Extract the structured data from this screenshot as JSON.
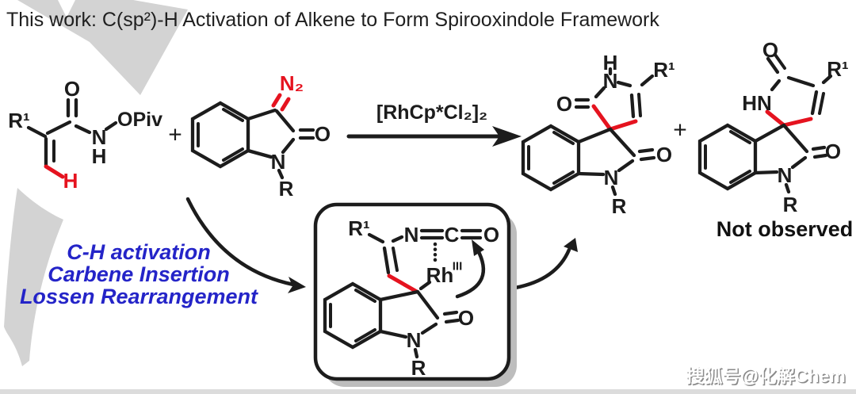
{
  "title": "This work: C(sp²)-H Activation of Alkene to Form Spirooxindole Framework",
  "colors": {
    "bond_black": "#1c1c1c",
    "highlight_red": "#e5131f",
    "mechanism_blue": "#2424c8",
    "watermark_gray": "#d3d3d3",
    "box_shadow_gray": "#bdbdbd"
  },
  "reactant_enamide": {
    "r1": "R¹",
    "o": "O",
    "n": "N",
    "h": "H",
    "opiv": "OPiv",
    "vinyl_h": "H"
  },
  "plus_reactants": "+",
  "reactant_diazo": {
    "n2": "N₂",
    "o": "O",
    "n": "N",
    "r": "R"
  },
  "reaction_arrow": {
    "catalyst": "[RhCp*Cl₂]₂"
  },
  "mechanism_steps": [
    "C-H activation",
    "Carbene Insertion",
    "Lossen Rearrangement"
  ],
  "product_spiro": {
    "h": "H",
    "n": "N",
    "r1": "R¹",
    "o_left": "O",
    "o_right": "O",
    "n_bottom": "N",
    "r": "R"
  },
  "plus_products": "+",
  "product_unobserved": {
    "o_top": "O",
    "hn": "HN",
    "r1": "R¹",
    "o_right": "O",
    "n_bottom": "N",
    "r": "R",
    "caption": "Not observed"
  },
  "intermediate": {
    "r1": "R¹",
    "n": "N",
    "c": "C",
    "o": "O",
    "rh": "Rh",
    "oxidation_state": "III",
    "o_right": "O",
    "n_bottom": "N",
    "r": "R"
  },
  "watermark": "搜狐号@化解Chem"
}
